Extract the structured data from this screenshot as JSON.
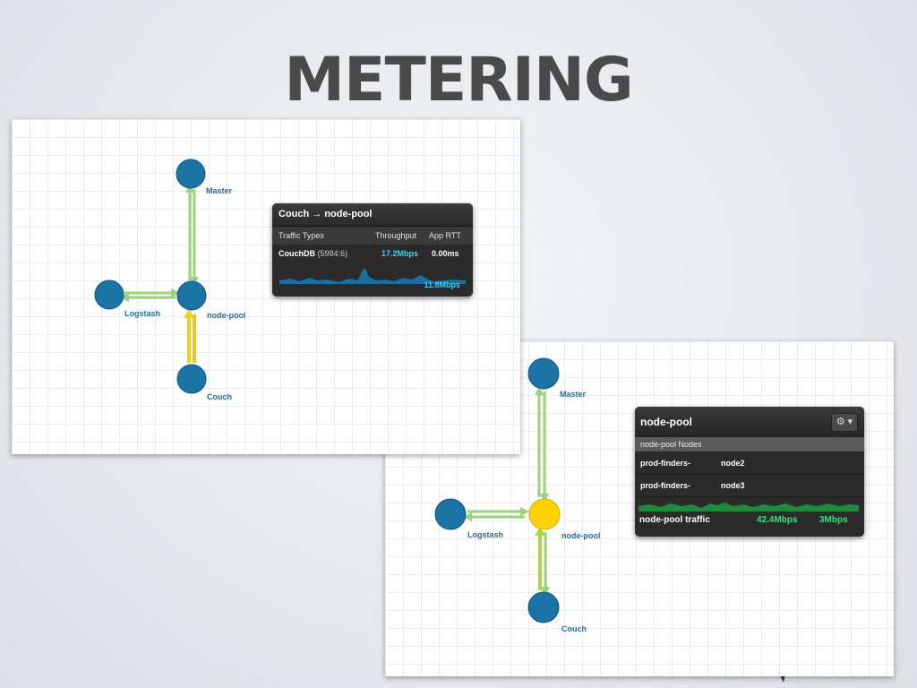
{
  "slide": {
    "title": "METERING"
  },
  "panel1": {
    "nodes": {
      "master": "Master",
      "logstash": "Logstash",
      "node_pool": "node-pool",
      "couch": "Couch"
    },
    "tooltip": {
      "title": "Couch → node-pool",
      "col_traffic": "Traffic Types",
      "col_throughput": "Throughput",
      "col_rtt": "App RTT",
      "row_name": "CouchDB",
      "row_port": "(5984:6)",
      "row_throughput": "17.2Mbps",
      "row_rtt": "0.00ms",
      "spark_label": "11.8Mbps"
    }
  },
  "panel2": {
    "nodes": {
      "master": "Master",
      "logstash": "Logstash",
      "node_pool": "node-pool",
      "couch": "Couch"
    },
    "tooltip": {
      "title": "node-pool",
      "gear": "⚙ ▾",
      "subheader": "node-pool Nodes",
      "rows": [
        {
          "name": "prod-finders-",
          "node": "node2"
        },
        {
          "name": "prod-finders-",
          "node": "node3"
        }
      ],
      "footer_label": "node-pool traffic",
      "footer_value1": "42.4Mbps",
      "footer_value2": "3Mbps"
    }
  },
  "colors": {
    "node": "#1b73a6",
    "active_node": "#ffd200",
    "edge": "#9bd27a",
    "active_edge": "#f0d020",
    "cyan": "#3fd0ff",
    "green": "#3be07a"
  }
}
